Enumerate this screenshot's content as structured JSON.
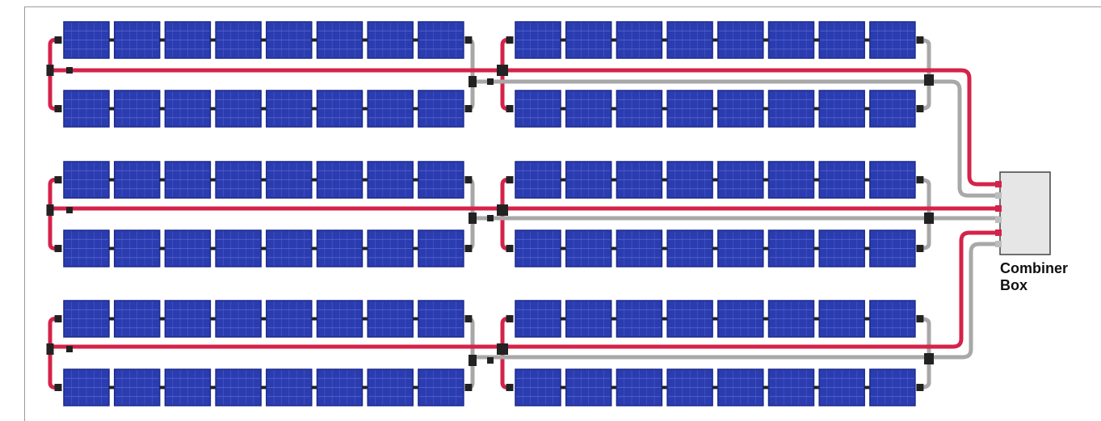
{
  "diagram": {
    "title": "",
    "combiner": {
      "label_line1": "Combiner",
      "label_line2": "Box"
    },
    "array": {
      "row_pairs": 3,
      "strings_per_side": 2,
      "modules_per_string": 8,
      "sides": 2
    },
    "colors": {
      "panel_fill": "#2a3cb0",
      "panel_border": "#1c2a8a",
      "panel_grid": "#5a6ad0",
      "positive_wire": "#d4234a",
      "negative_wire": "#a8a8a8",
      "connector": "#222222",
      "combiner_fill": "#e6e6e6",
      "combiner_border": "#444444"
    }
  }
}
